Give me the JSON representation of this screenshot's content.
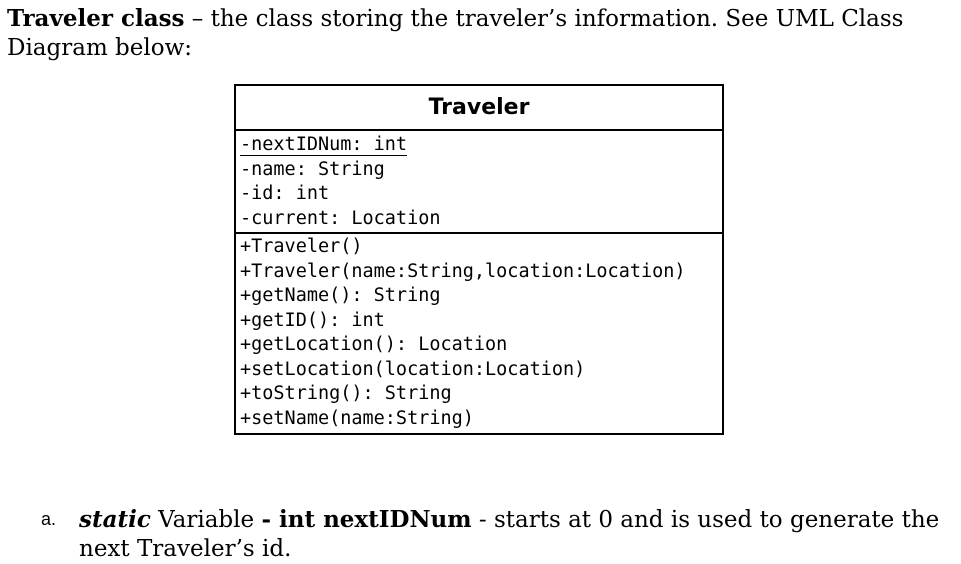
{
  "intro": {
    "title_bold": "Traveler class",
    "text": " – the class storing the traveler’s information.  See UML Class Diagram below:"
  },
  "uml": {
    "class_name": "Traveler",
    "attributes": [
      "-nextIDNum: int",
      "-name: String",
      "-id: int",
      "-current: Location"
    ],
    "operations": [
      "+Traveler()",
      "+Traveler(name:String,location:Location)",
      "+getName(): String",
      "+getID(): int",
      "+getLocation(): Location",
      "+setLocation(location:Location)",
      "+toString(): String",
      "+setName(name:String)"
    ]
  },
  "item_a": {
    "letter": "a.",
    "static_word": "static",
    "variable_word": " Variable ",
    "decl_bold": "- int nextIDNum",
    "description": " - starts at 0 and is used to generate the next Traveler’s id."
  }
}
